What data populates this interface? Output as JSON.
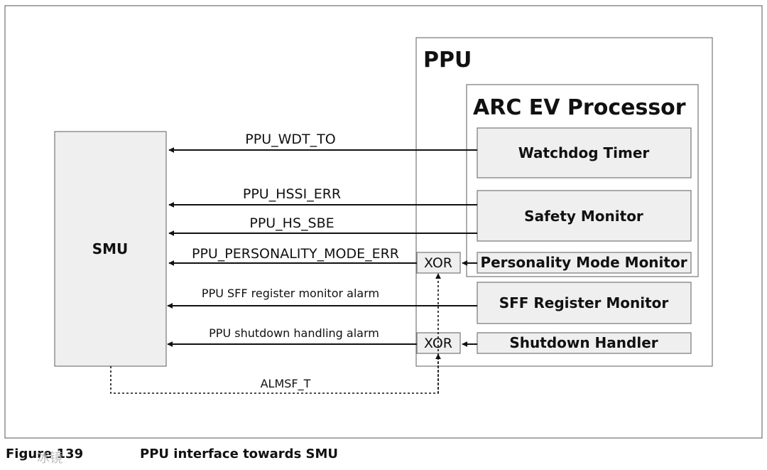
{
  "blocks": {
    "ppu": "PPU",
    "arc": "ARC EV Processor",
    "smu": "SMU",
    "watchdog": "Watchdog Timer",
    "safety": "Safety Monitor",
    "personality": "Personality Mode Monitor",
    "sff": "SFF Register Monitor",
    "shutdown": "Shutdown Handler",
    "xor_top": "XOR",
    "xor_bottom": "XOR"
  },
  "signals": {
    "wdt": "PPU_WDT_TO",
    "hssi": "PPU_HSSI_ERR",
    "hs_sbe": "PPU_HS_SBE",
    "personality": "PPU_PERSONALITY_MODE_ERR",
    "sff": "PPU SFF register monitor alarm",
    "shutdown": "PPU shutdown handling alarm",
    "almsf": "ALMSF_T"
  },
  "caption": {
    "number": "Figure 139",
    "title": "PPU interface towards SMU"
  },
  "watermark": "冰镜"
}
